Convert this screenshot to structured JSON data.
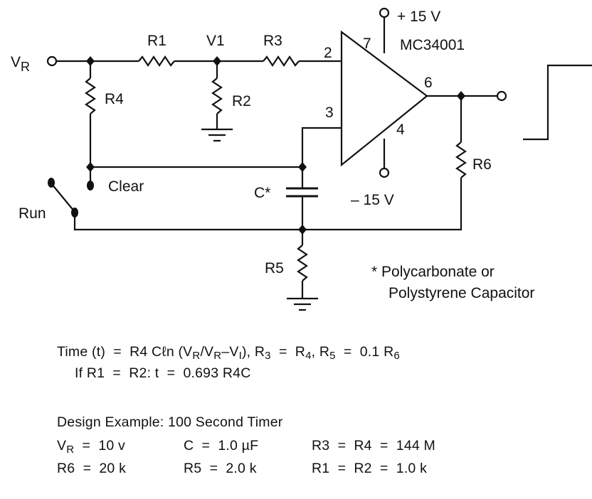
{
  "schematic": {
    "input_label": {
      "main": "V",
      "sub": "R"
    },
    "labels": {
      "r1": "R1",
      "v1": "V1",
      "r3": "R3",
      "r4": "R4",
      "r2": "R2",
      "r5": "R5",
      "r6": "R6",
      "cap": "C*",
      "clear": "Clear",
      "run": "Run",
      "pin2": "2",
      "pin3": "3",
      "pin4": "4",
      "pin6": "6",
      "pin7": "7",
      "vpos": "+ 15 V",
      "vneg": "– 15 V",
      "opamp": "MC34001"
    },
    "note": [
      "* Polycarbonate or",
      "Polystyrene Capacitor"
    ]
  },
  "equations": {
    "line1": [
      {
        "t": "Time (t)  =  R4 Cℓn (V"
      },
      {
        "t": "R",
        "sub": true
      },
      {
        "t": "/V"
      },
      {
        "t": "R",
        "sub": true
      },
      {
        "t": "–V"
      },
      {
        "t": "I",
        "sub": true
      },
      {
        "t": "), R"
      },
      {
        "t": "3",
        "sub": true
      },
      {
        "t": "  =  R"
      },
      {
        "t": "4",
        "sub": true
      },
      {
        "t": ", R"
      },
      {
        "t": "5",
        "sub": true
      },
      {
        "t": "  =  0.1 R"
      },
      {
        "t": "6",
        "sub": true
      }
    ],
    "line2": "If R1  =  R2: t  =  0.693 R4C"
  },
  "design": {
    "title": "Design Example: 100 Second Timer",
    "row1": [
      [
        {
          "t": "V"
        },
        {
          "t": "R",
          "sub": true
        },
        {
          "t": "  =  10 v"
        }
      ],
      [
        {
          "t": "C  =  1.0 µF"
        }
      ],
      [
        {
          "t": "R3  =  R4  =  144 M"
        }
      ]
    ],
    "row2": [
      [
        {
          "t": "R6  =  20 k"
        }
      ],
      [
        {
          "t": "R5  =  2.0 k"
        }
      ],
      [
        {
          "t": "R1  =  R2  =  1.0 k"
        }
      ]
    ]
  }
}
